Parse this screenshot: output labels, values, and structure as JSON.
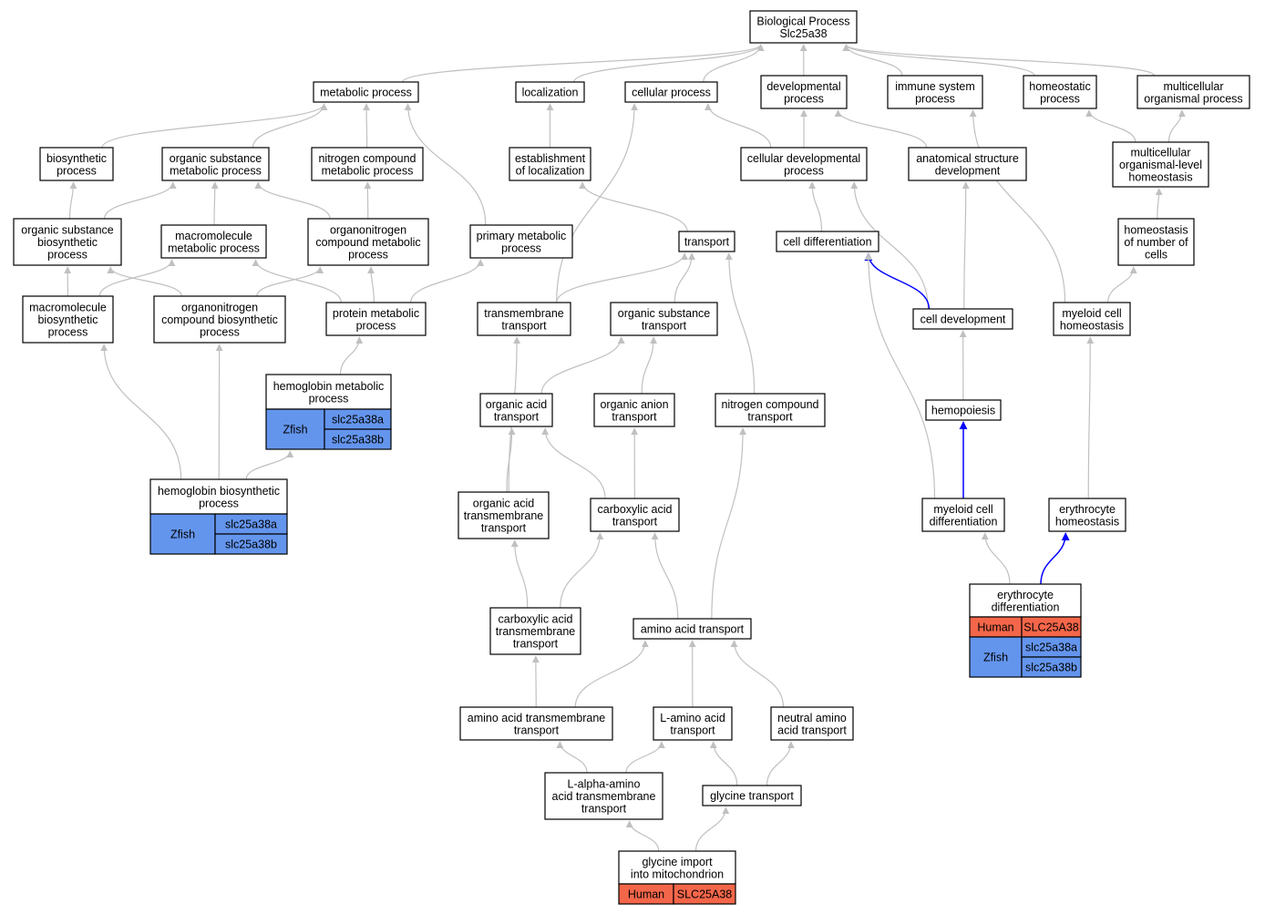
{
  "colors": {
    "edge": "#c0c0c0",
    "highlight_edge": "#0000ff",
    "human": "#f4664a",
    "zfish": "#6495ed",
    "node_border": "#000000",
    "node_fill": "#ffffff"
  },
  "nodes": [
    {
      "id": "bp",
      "lines": [
        "Biological Process",
        "Slc25a38"
      ]
    },
    {
      "id": "metabolic",
      "lines": [
        "metabolic process"
      ]
    },
    {
      "id": "localization",
      "lines": [
        "localization"
      ]
    },
    {
      "id": "cellular",
      "lines": [
        "cellular process"
      ]
    },
    {
      "id": "developmental",
      "lines": [
        "developmental",
        "process"
      ]
    },
    {
      "id": "immune",
      "lines": [
        "immune system",
        "process"
      ]
    },
    {
      "id": "homeostatic",
      "lines": [
        "homeostatic",
        "process"
      ]
    },
    {
      "id": "multicellular",
      "lines": [
        "multicellular",
        "organismal process"
      ]
    },
    {
      "id": "biosynthetic",
      "lines": [
        "biosynthetic",
        "process"
      ]
    },
    {
      "id": "orgsubmet",
      "lines": [
        "organic substance",
        "metabolic process"
      ]
    },
    {
      "id": "nitrogenmet",
      "lines": [
        "nitrogen compound",
        "metabolic process"
      ]
    },
    {
      "id": "estloc",
      "lines": [
        "establishment",
        "of localization"
      ]
    },
    {
      "id": "celldevproc",
      "lines": [
        "cellular developmental",
        "process"
      ]
    },
    {
      "id": "anatomical",
      "lines": [
        "anatomical structure",
        "development"
      ]
    },
    {
      "id": "mchomeo",
      "lines": [
        "multicellular",
        "organismal-level",
        "homeostasis"
      ]
    },
    {
      "id": "orgsubbio",
      "lines": [
        "organic substance",
        "biosynthetic",
        "process"
      ]
    },
    {
      "id": "macromet",
      "lines": [
        "macromolecule",
        "metabolic process"
      ]
    },
    {
      "id": "orgnitromet",
      "lines": [
        "organonitrogen",
        "compound metabolic",
        "process"
      ]
    },
    {
      "id": "primarymet",
      "lines": [
        "primary metabolic",
        "process"
      ]
    },
    {
      "id": "transport",
      "lines": [
        "transport"
      ]
    },
    {
      "id": "celldiff",
      "lines": [
        "cell differentiation"
      ]
    },
    {
      "id": "homeonum",
      "lines": [
        "homeostasis",
        "of number of",
        "cells"
      ]
    },
    {
      "id": "macrobio",
      "lines": [
        "macromolecule",
        "biosynthetic",
        "process"
      ]
    },
    {
      "id": "orgnitrobio",
      "lines": [
        "organonitrogen",
        "compound biosynthetic",
        "process"
      ]
    },
    {
      "id": "proteinmet",
      "lines": [
        "protein metabolic",
        "process"
      ]
    },
    {
      "id": "tmtransport",
      "lines": [
        "transmembrane",
        "transport"
      ]
    },
    {
      "id": "orgsubtrans",
      "lines": [
        "organic substance",
        "transport"
      ]
    },
    {
      "id": "celldev",
      "lines": [
        "cell development"
      ]
    },
    {
      "id": "myeloidhomeo",
      "lines": [
        "myeloid cell",
        "homeostasis"
      ]
    },
    {
      "id": "hbmet",
      "lines": [
        "hemoglobin metabolic",
        "process"
      ],
      "genes": [
        {
          "species": "Zfish",
          "genes": [
            "slc25a38a",
            "slc25a38b"
          ]
        }
      ]
    },
    {
      "id": "orgacidtrans",
      "lines": [
        "organic acid",
        "transport"
      ]
    },
    {
      "id": "organiontrans",
      "lines": [
        "organic anion",
        "transport"
      ]
    },
    {
      "id": "nitrotrans",
      "lines": [
        "nitrogen compound",
        "transport"
      ]
    },
    {
      "id": "hemopoiesis",
      "lines": [
        "hemopoiesis"
      ]
    },
    {
      "id": "hbbio",
      "lines": [
        "hemoglobin biosynthetic",
        "process"
      ],
      "genes": [
        {
          "species": "Zfish",
          "genes": [
            "slc25a38a",
            "slc25a38b"
          ]
        }
      ]
    },
    {
      "id": "orgacidtm",
      "lines": [
        "organic acid",
        "transmembrane",
        "transport"
      ]
    },
    {
      "id": "carbacidtrans",
      "lines": [
        "carboxylic acid",
        "transport"
      ]
    },
    {
      "id": "myeloiddiff",
      "lines": [
        "myeloid cell",
        "differentiation"
      ]
    },
    {
      "id": "erythhomeo",
      "lines": [
        "erythrocyte",
        "homeostasis"
      ]
    },
    {
      "id": "carbacidtm",
      "lines": [
        "carboxylic acid",
        "transmembrane",
        "transport"
      ]
    },
    {
      "id": "aatrans",
      "lines": [
        "amino acid transport"
      ]
    },
    {
      "id": "erythdiff",
      "lines": [
        "erythrocyte",
        "differentiation"
      ],
      "genes": [
        {
          "species": "Human",
          "genes": [
            "SLC25A38"
          ]
        },
        {
          "species": "Zfish",
          "genes": [
            "slc25a38a",
            "slc25a38b"
          ]
        }
      ]
    },
    {
      "id": "aatm",
      "lines": [
        "amino acid transmembrane",
        "transport"
      ]
    },
    {
      "id": "laa",
      "lines": [
        "L-amino acid",
        "transport"
      ]
    },
    {
      "id": "neutralaa",
      "lines": [
        "neutral amino",
        "acid transport"
      ]
    },
    {
      "id": "lalpha",
      "lines": [
        "L-alpha-amino",
        "acid transmembrane",
        "transport"
      ]
    },
    {
      "id": "glytrans",
      "lines": [
        "glycine transport"
      ]
    },
    {
      "id": "glyimport",
      "lines": [
        "glycine import",
        "into mitochondrion"
      ],
      "genes": [
        {
          "species": "Human",
          "genes": [
            "SLC25A38"
          ]
        }
      ]
    }
  ],
  "edges": [
    [
      "metabolic",
      "bp"
    ],
    [
      "localization",
      "bp"
    ],
    [
      "cellular",
      "bp"
    ],
    [
      "developmental",
      "bp"
    ],
    [
      "immune",
      "bp"
    ],
    [
      "homeostatic",
      "bp"
    ],
    [
      "multicellular",
      "bp"
    ],
    [
      "biosynthetic",
      "metabolic"
    ],
    [
      "orgsubmet",
      "metabolic"
    ],
    [
      "nitrogenmet",
      "metabolic"
    ],
    [
      "primarymet",
      "metabolic"
    ],
    [
      "estloc",
      "localization"
    ],
    [
      "tmtransport",
      "cellular"
    ],
    [
      "celldevproc",
      "cellular"
    ],
    [
      "celldevproc",
      "developmental"
    ],
    [
      "anatomical",
      "developmental"
    ],
    [
      "myeloidhomeo",
      "immune"
    ],
    [
      "mchomeo",
      "homeostatic"
    ],
    [
      "mchomeo",
      "multicellular"
    ],
    [
      "orgsubbio",
      "biosynthetic"
    ],
    [
      "orgsubbio",
      "orgsubmet"
    ],
    [
      "macromet",
      "orgsubmet"
    ],
    [
      "orgnitromet",
      "orgsubmet"
    ],
    [
      "orgnitromet",
      "nitrogenmet"
    ],
    [
      "transport",
      "estloc"
    ],
    [
      "celldiff",
      "celldevproc"
    ],
    [
      "celldev",
      "celldevproc"
    ],
    [
      "celldev",
      "anatomical"
    ],
    [
      "homeonum",
      "mchomeo"
    ],
    [
      "macrobio",
      "orgsubbio"
    ],
    [
      "orgnitrobio",
      "orgsubbio"
    ],
    [
      "macrobio",
      "macromet"
    ],
    [
      "proteinmet",
      "macromet"
    ],
    [
      "orgnitrobio",
      "orgnitromet"
    ],
    [
      "proteinmet",
      "orgnitromet"
    ],
    [
      "proteinmet",
      "primarymet"
    ],
    [
      "tmtransport",
      "transport"
    ],
    [
      "orgsubtrans",
      "transport"
    ],
    [
      "nitrotrans",
      "transport"
    ],
    [
      "celldev",
      "celldiff",
      "hl"
    ],
    [
      "myeloiddiff",
      "celldiff"
    ],
    [
      "myeloidhomeo",
      "homeonum"
    ],
    [
      "hbbio",
      "macrobio"
    ],
    [
      "hbbio",
      "orgnitrobio"
    ],
    [
      "hbmet",
      "proteinmet"
    ],
    [
      "hbbio",
      "hbmet"
    ],
    [
      "orgacidtrans",
      "orgsubtrans"
    ],
    [
      "organiontrans",
      "orgsubtrans"
    ],
    [
      "hemopoiesis",
      "celldev"
    ],
    [
      "erythhomeo",
      "myeloidhomeo"
    ],
    [
      "orgacidtm",
      "tmtransport"
    ],
    [
      "orgacidtm",
      "orgacidtrans"
    ],
    [
      "carbacidtrans",
      "orgacidtrans"
    ],
    [
      "carbacidtrans",
      "organiontrans"
    ],
    [
      "myeloiddiff",
      "hemopoiesis",
      "hl"
    ],
    [
      "carbacidtm",
      "orgacidtm"
    ],
    [
      "carbacidtm",
      "carbacidtrans"
    ],
    [
      "aatrans",
      "carbacidtrans"
    ],
    [
      "aatrans",
      "nitrotrans"
    ],
    [
      "erythdiff",
      "myeloiddiff"
    ],
    [
      "erythdiff",
      "erythhomeo",
      "hl"
    ],
    [
      "aatm",
      "carbacidtm"
    ],
    [
      "aatm",
      "aatrans"
    ],
    [
      "laa",
      "aatrans"
    ],
    [
      "neutralaa",
      "aatrans"
    ],
    [
      "lalpha",
      "aatm"
    ],
    [
      "lalpha",
      "laa"
    ],
    [
      "glytrans",
      "laa"
    ],
    [
      "glytrans",
      "neutralaa"
    ],
    [
      "glyimport",
      "lalpha"
    ],
    [
      "glyimport",
      "glytrans"
    ]
  ]
}
